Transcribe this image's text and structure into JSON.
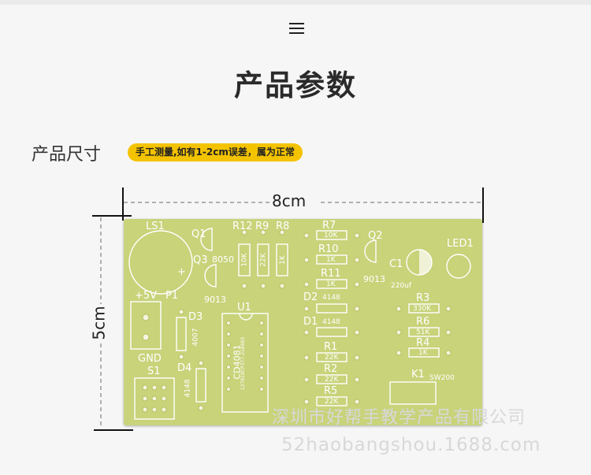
{
  "header": {
    "title": "产品参数"
  },
  "size": {
    "label": "产品尺寸",
    "note": "手工测量,如有1-2cm误差，属为正常"
  },
  "dimensions": {
    "width": "8cm",
    "height": "5cm"
  },
  "pcb": {
    "labels": {
      "ls1": "LS1",
      "q1": "Q1",
      "q3": "Q3",
      "t8050": "8050",
      "t9013a": "9013",
      "r12": "R12",
      "r9": "R9",
      "r8": "R8",
      "v10k_v": "10K",
      "v22k_v": "22K",
      "v1k_v": "1K",
      "r7": "R7",
      "v10k": "10K",
      "r10": "R10",
      "v1k_a": "1K",
      "r11": "R11",
      "v1k_b": "1K",
      "d2": "D2",
      "d2v": "4148",
      "d1": "D1",
      "d1v": "4148",
      "r1": "R1",
      "v22k_a": "22K",
      "r2": "R2",
      "v22k_b": "22K",
      "r5": "R5",
      "v22k_c": "22K",
      "q2": "Q2",
      "t9013b": "9013",
      "c1": "C1",
      "c1v": "220uf",
      "led1": "LED1",
      "r3": "R3",
      "v330k": "330K",
      "r6": "R6",
      "v51k": "51K",
      "r4": "R4",
      "v1k_c": "1K",
      "k1": "K1",
      "sw": "SW200",
      "p5v": "+5V",
      "p1": "P1",
      "gnd": "GND",
      "s1": "S1",
      "d3": "D3",
      "d3v": "4007",
      "d4": "D4",
      "d4v": "4148",
      "u1": "U1",
      "chip": "CD4081",
      "chipcode": "127818CP377-218483",
      "plus": "+"
    }
  },
  "watermark": {
    "company": "深圳市好帮手教学产品有限公司",
    "site": "52haobangshou.1688.com"
  }
}
